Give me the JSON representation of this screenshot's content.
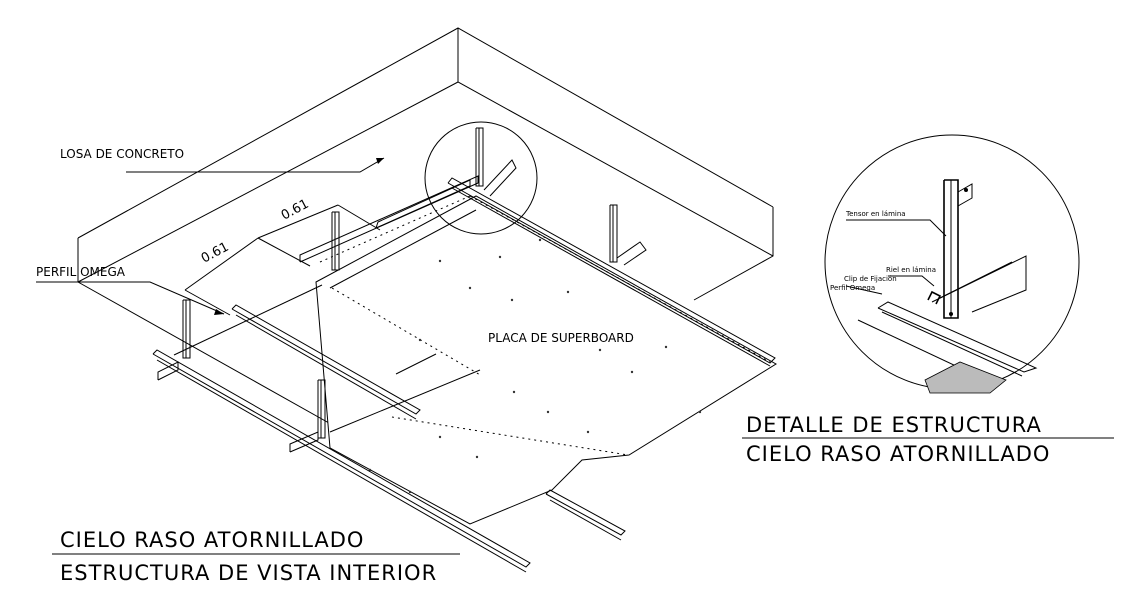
{
  "labels": {
    "losa": "LOSA DE CONCRETO",
    "perfil": "PERFIL OMEGA",
    "placa": "PLACA DE SUPERBOARD",
    "dim_a": "0.61",
    "dim_b": "0.61"
  },
  "detail_labels": {
    "tensor": "Tensor en lámina",
    "riel": "Riel en lámina",
    "clip": "Clip de Fijación",
    "perfil": "Perfil Omega"
  },
  "titles": {
    "main_line1": "CIELO RASO ATORNILLADO",
    "main_line2": "ESTRUCTURA DE VISTA INTERIOR",
    "detail_line1": "DETALLE DE ESTRUCTURA",
    "detail_line2": "CIELO RASO ATORNILLADO"
  },
  "colors": {
    "line": "#000000",
    "background": "#ffffff"
  }
}
